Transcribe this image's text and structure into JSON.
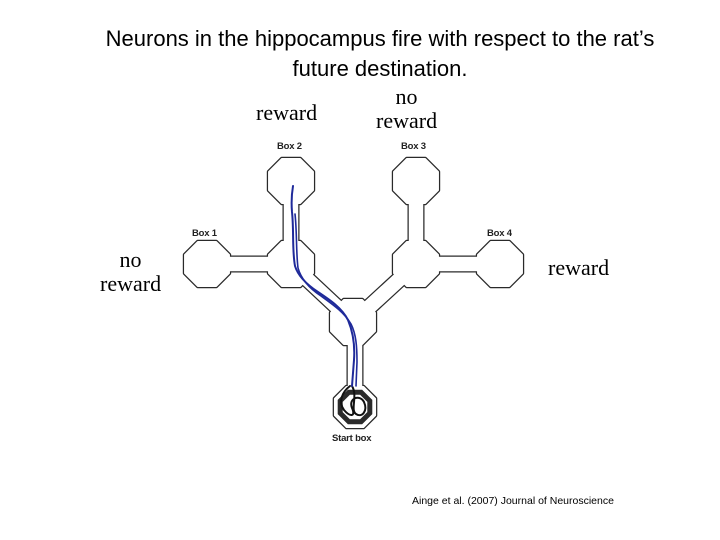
{
  "title": {
    "line1": "Neurons in the hippocampus fire with respect to the rat’s",
    "line2": "future destination."
  },
  "outcome_labels": {
    "box1": [
      "no",
      "reward"
    ],
    "box2": [
      "reward"
    ],
    "box3": [
      "no",
      "reward"
    ],
    "box4": [
      "reward"
    ]
  },
  "maze": {
    "box1_label": "Box 1",
    "box2_label": "Box 2",
    "box3_label": "Box 3",
    "box4_label": "Box 4",
    "start_label": "Start box"
  },
  "trajectory_color": "#1f2a9a",
  "citation": "Ainge et al. (2007) Journal of Neuroscience"
}
